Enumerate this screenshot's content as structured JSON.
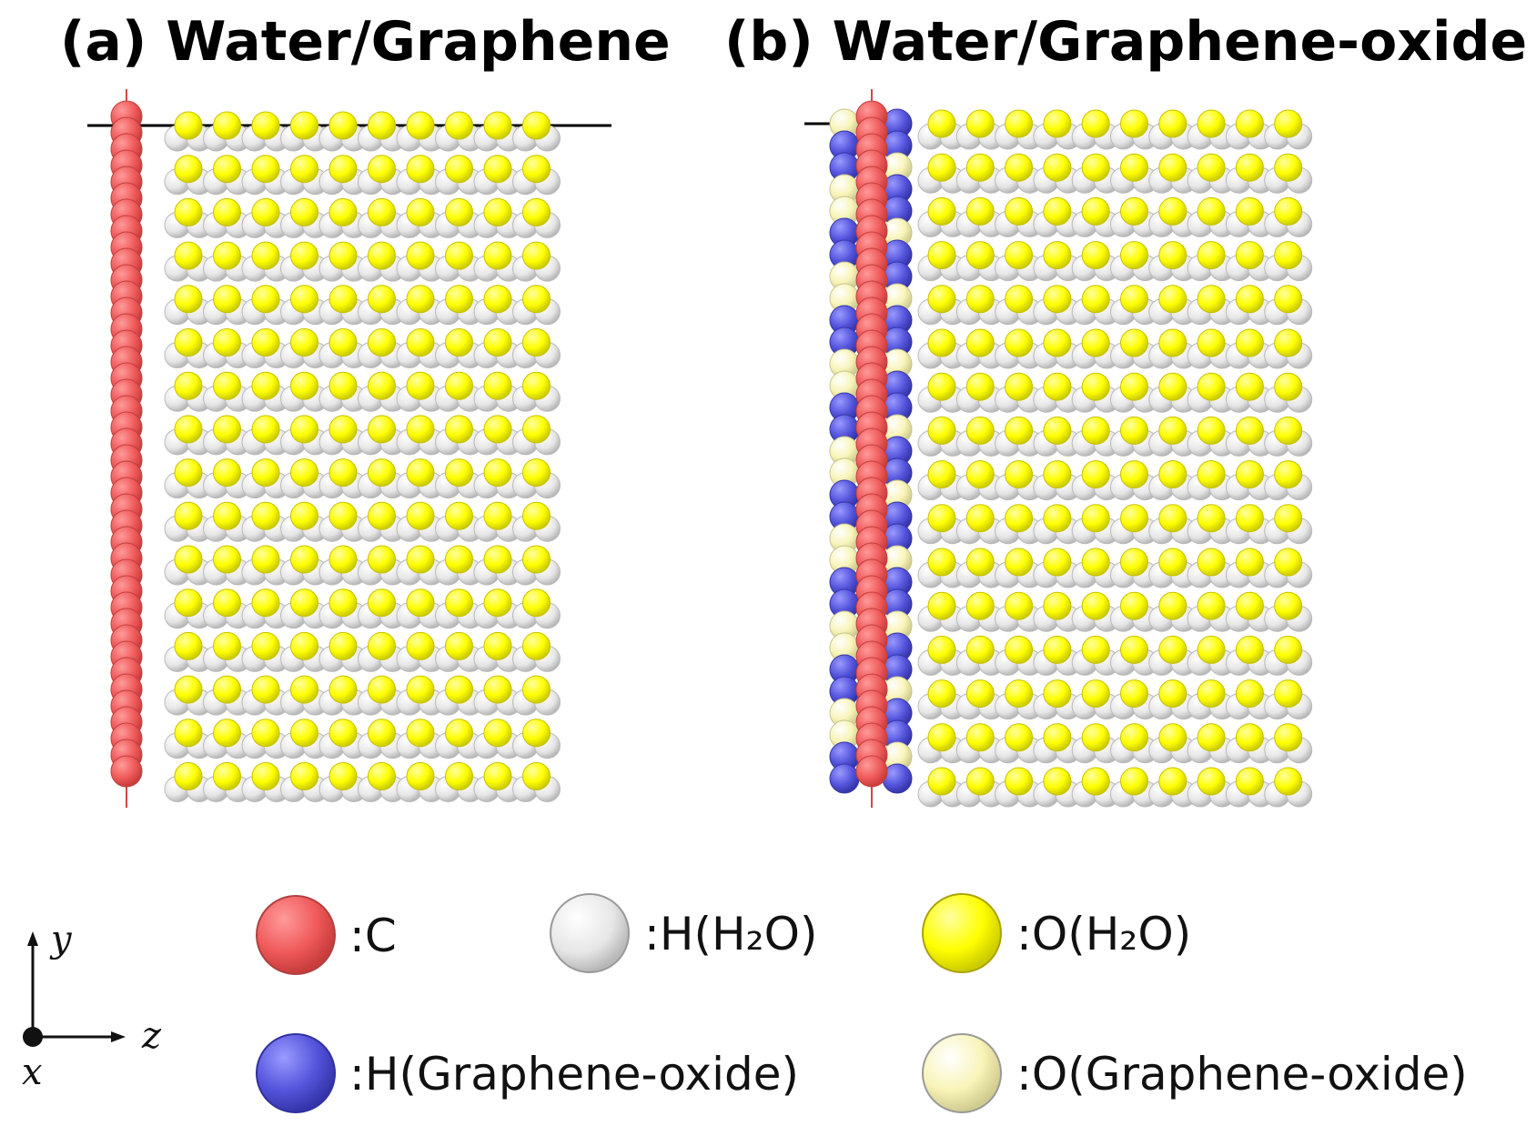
{
  "panels": [
    {
      "title": "(a) Water/Graphene",
      "oxide": false
    },
    {
      "title": "(b) Water/Graphene-oxide",
      "oxide": true
    }
  ],
  "legend": [
    {
      "label": ":C",
      "color": "#f05a5a"
    },
    {
      "label": ":H(H₂O)",
      "color": "#e4e4e4"
    },
    {
      "label": ":O(H₂O)",
      "color": "#ffff00"
    },
    {
      "label": ":H(Graphene-oxide)",
      "color": "#5555dd"
    },
    {
      "label": ":O(Graphene-oxide)",
      "color": "#f8f4b8"
    }
  ],
  "axes": {
    "y": "y",
    "z": "z",
    "x": "x"
  },
  "colors": {
    "carbon": "#f05a5a",
    "water_h": "#e4e4e4",
    "water_o": "#ffff00",
    "oxide_h": "#5555dd",
    "oxide_o": "#f8f4b8"
  }
}
